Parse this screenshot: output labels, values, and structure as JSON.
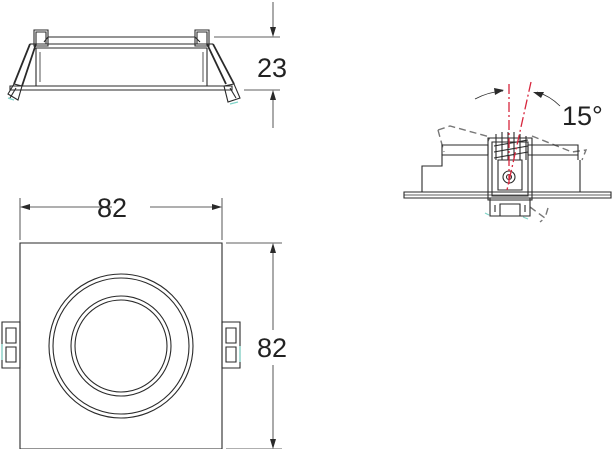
{
  "dimensions": {
    "height_label": "23",
    "width_label": "82",
    "depth_label": "82",
    "tilt_label": "15°"
  },
  "colors": {
    "line": "#2a2a2a",
    "tilt_axis": "#d7263d",
    "tilted_outline": "#777777",
    "accent": "#7fd4c8"
  }
}
